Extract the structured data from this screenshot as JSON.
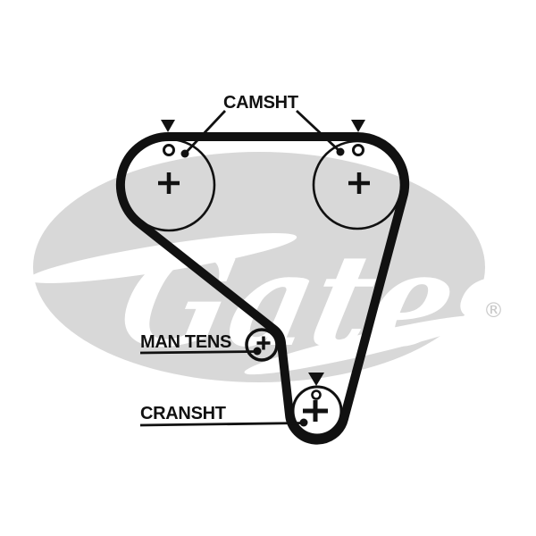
{
  "diagram": {
    "type": "timing-belt-routing",
    "labels": {
      "camshaft": "CAMSHT",
      "manual_tensioner": "MAN TENS",
      "crankshaft": "CRANSHT"
    },
    "icons": {
      "alignment_arrow": "▼",
      "timing_mark": "○",
      "center_cross": "+",
      "leader_dot": "●"
    },
    "colors": {
      "line": "#111111",
      "background": "#ffffff",
      "watermark_gray": "#d8d8d8"
    }
  },
  "watermark": {
    "brand": "Gates",
    "registered_mark": "®"
  }
}
